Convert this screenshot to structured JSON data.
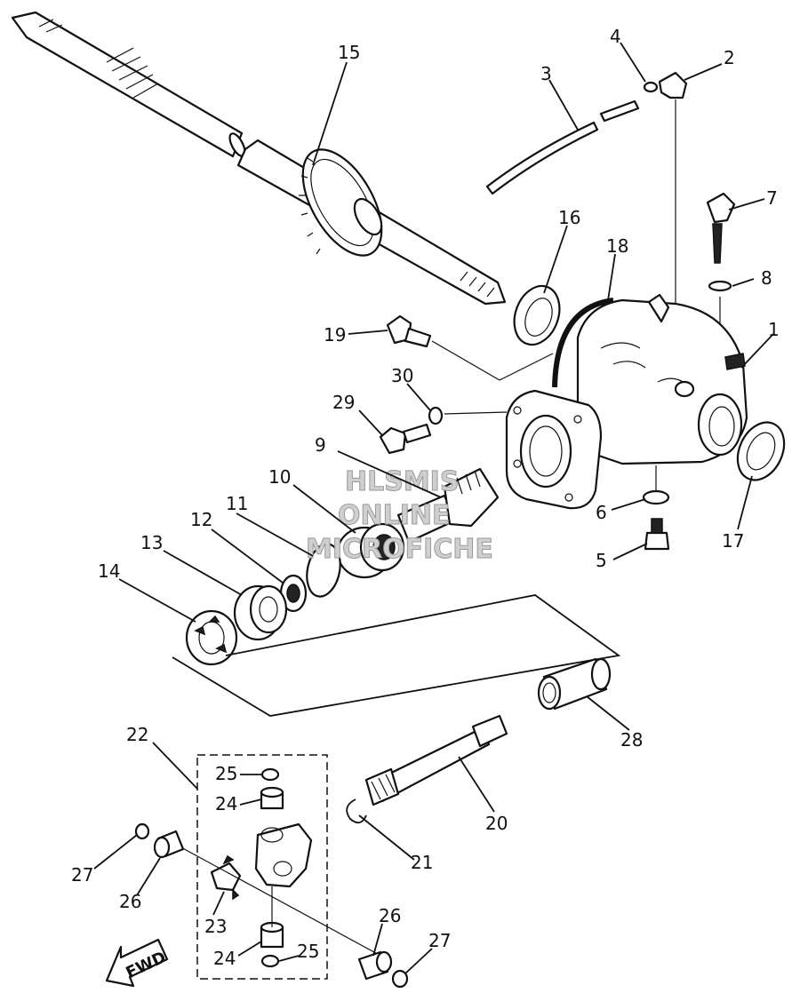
{
  "diagram": {
    "part_labels": [
      "1",
      "2",
      "3",
      "4",
      "5",
      "6",
      "7",
      "8",
      "9",
      "10",
      "11",
      "12",
      "13",
      "14",
      "15",
      "16",
      "17",
      "18",
      "19",
      "20",
      "21",
      "22",
      "23",
      "24",
      "24",
      "25",
      "25",
      "26",
      "26",
      "27",
      "27",
      "28",
      "29",
      "30"
    ],
    "direction_label": "FWD",
    "watermark": [
      "HLSMIS",
      "ONLINE",
      "MICROFICHE"
    ]
  }
}
